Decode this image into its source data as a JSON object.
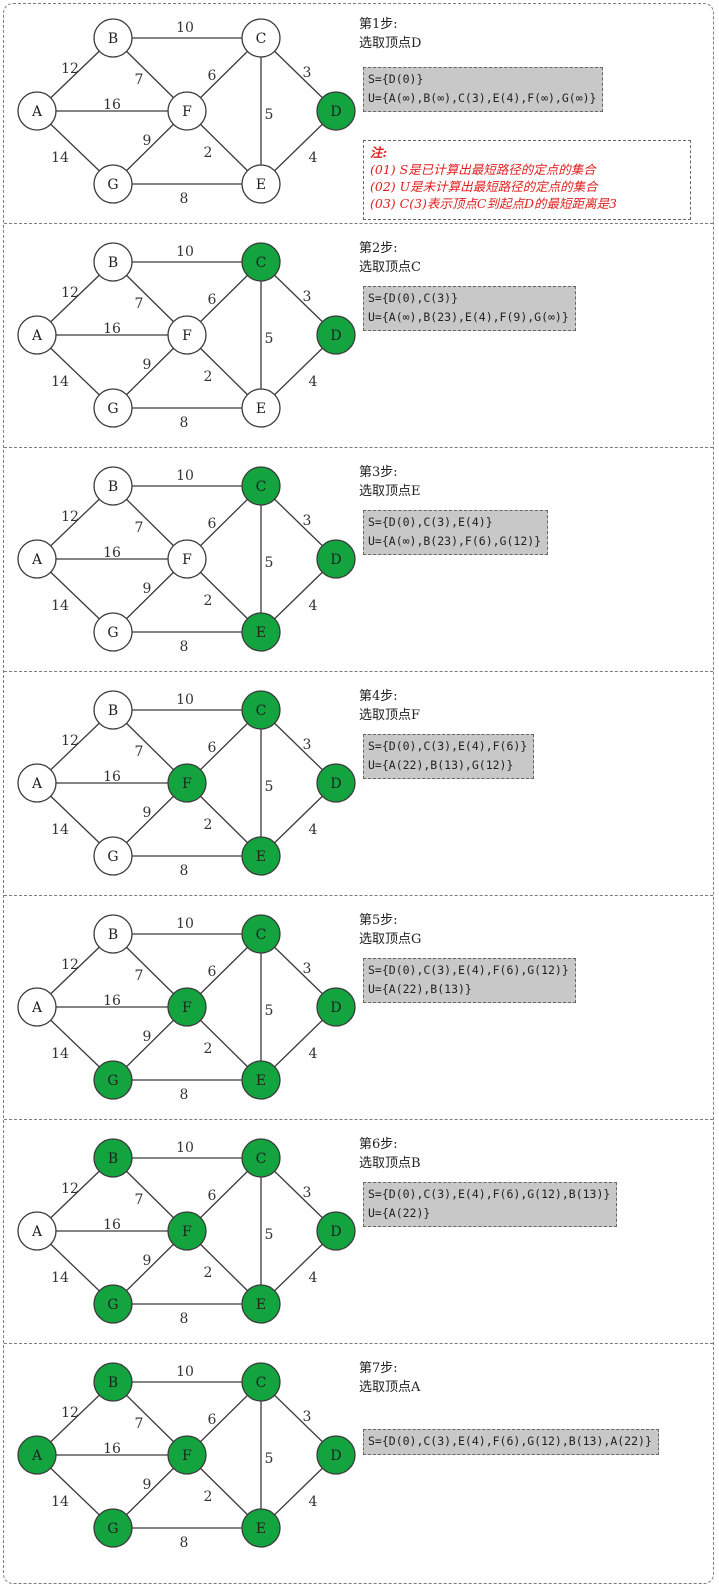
{
  "graph": {
    "nodes": [
      "A",
      "B",
      "C",
      "D",
      "E",
      "F",
      "G"
    ],
    "edges": [
      {
        "u": "A",
        "v": "B",
        "w": "12"
      },
      {
        "u": "A",
        "v": "F",
        "w": "16"
      },
      {
        "u": "A",
        "v": "G",
        "w": "14"
      },
      {
        "u": "B",
        "v": "C",
        "w": "10"
      },
      {
        "u": "B",
        "v": "F",
        "w": "7"
      },
      {
        "u": "C",
        "v": "F",
        "w": "6"
      },
      {
        "u": "C",
        "v": "D",
        "w": "3"
      },
      {
        "u": "C",
        "v": "E",
        "w": "5"
      },
      {
        "u": "F",
        "v": "G",
        "w": "9"
      },
      {
        "u": "F",
        "v": "E",
        "w": "2"
      },
      {
        "u": "G",
        "v": "E",
        "w": "8"
      },
      {
        "u": "D",
        "v": "E",
        "w": "4"
      }
    ],
    "colors": {
      "selected": "#13a43f",
      "unselected": "#ffffff",
      "stroke": "#3a3a3a",
      "note": "#e02020",
      "set_box": "#c8c8c8"
    }
  },
  "note": {
    "title": "注:",
    "lines": [
      "(01) S是已计算出最短路径的定点的集合",
      "(02) U是未计算出最短路径的定点的集合",
      "(03) C(3)表示顶点C到起点D的最短距离是3"
    ]
  },
  "steps": [
    {
      "step": "第1步:",
      "action": "选取顶点D",
      "selected": [
        "D"
      ],
      "S": "S={D(0)}",
      "U": "U={A(∞),B(∞),C(3),E(4),F(∞),G(∞)}"
    },
    {
      "step": "第2步:",
      "action": "选取顶点C",
      "selected": [
        "D",
        "C"
      ],
      "S": "S={D(0),C(3)}",
      "U": "U={A(∞),B(23),E(4),F(9),G(∞)}"
    },
    {
      "step": "第3步:",
      "action": "选取顶点E",
      "selected": [
        "D",
        "C",
        "E"
      ],
      "S": "S={D(0),C(3),E(4)}",
      "U": "U={A(∞),B(23),F(6),G(12)}"
    },
    {
      "step": "第4步:",
      "action": "选取顶点F",
      "selected": [
        "D",
        "C",
        "E",
        "F"
      ],
      "S": "S={D(0),C(3),E(4),F(6)}",
      "U": "U={A(22),B(13),G(12)}"
    },
    {
      "step": "第5步:",
      "action": "选取顶点G",
      "selected": [
        "D",
        "C",
        "E",
        "F",
        "G"
      ],
      "S": "S={D(0),C(3),E(4),F(6),G(12)}",
      "U": "U={A(22),B(13)}"
    },
    {
      "step": "第6步:",
      "action": "选取顶点B",
      "selected": [
        "D",
        "C",
        "E",
        "F",
        "G",
        "B"
      ],
      "S": "S={D(0),C(3),E(4),F(6),G(12),B(13)}",
      "U": "U={A(22)}"
    },
    {
      "step": "第7步:",
      "action": "选取顶点A",
      "selected": [
        "D",
        "C",
        "E",
        "F",
        "G",
        "B",
        "A"
      ],
      "S": "S={D(0),C(3),E(4),F(6),G(12),B(13),A(22)}"
    }
  ]
}
